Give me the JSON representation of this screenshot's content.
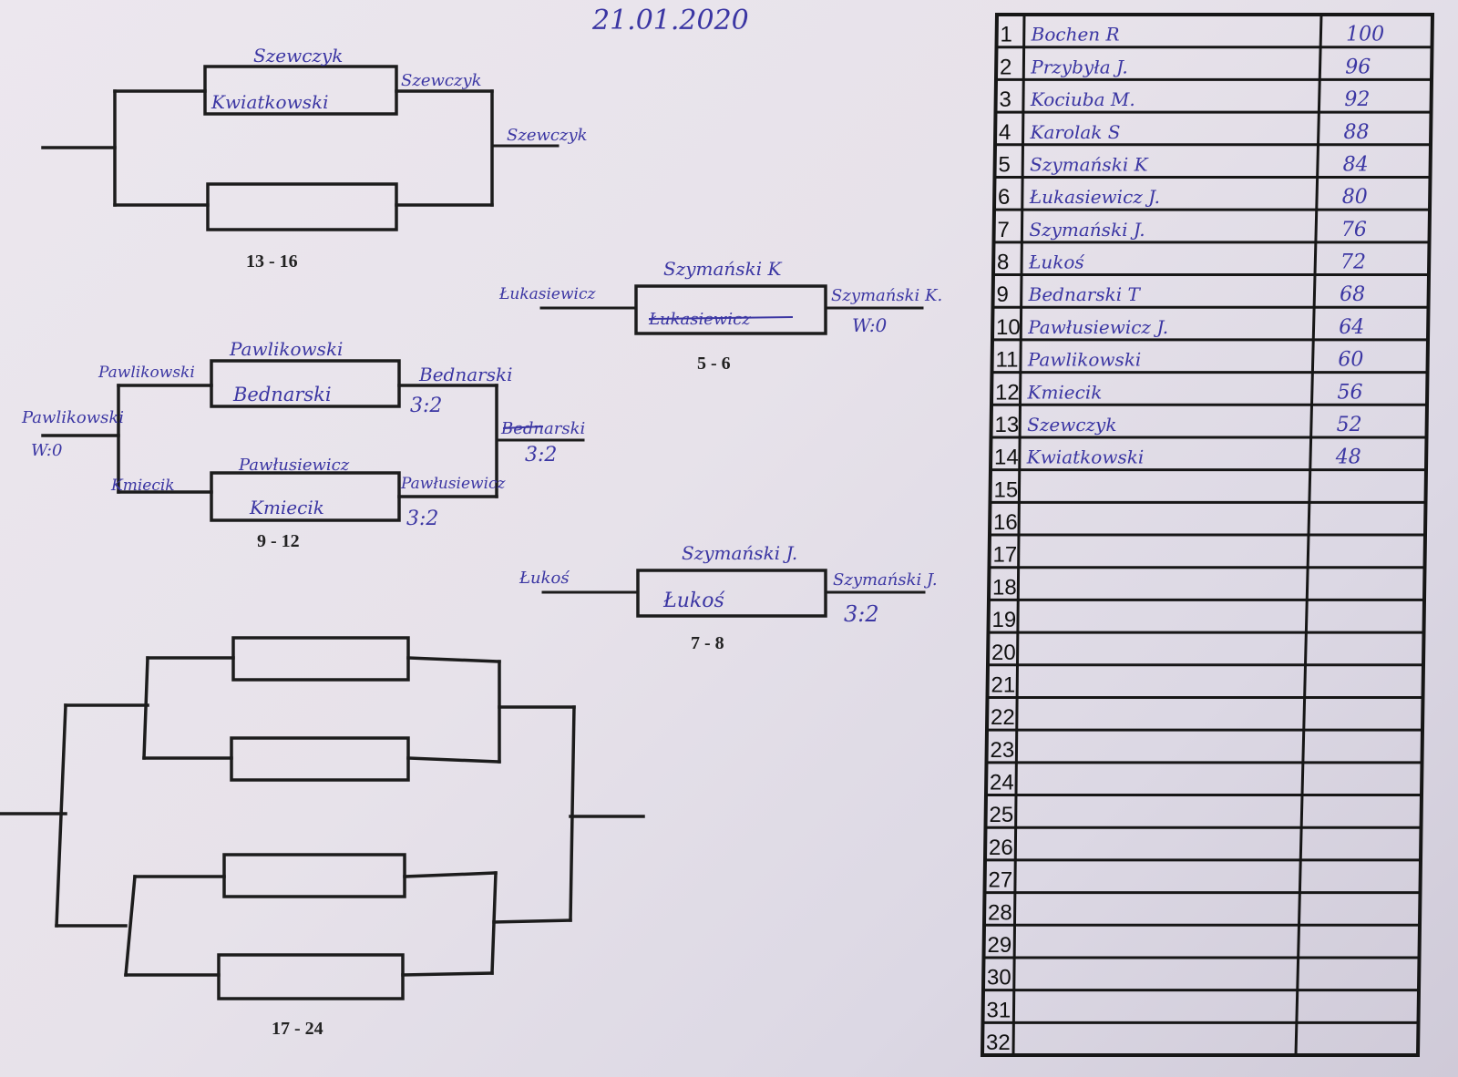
{
  "date": "21.01.2020",
  "brackets": {
    "b13_16": {
      "label": "13 - 16",
      "top_upper": "Szewczyk",
      "top_lower": "Kwiatkowski",
      "top_winner": "Szewczyk",
      "final_winner": "Szewczyk"
    },
    "b5_6": {
      "label": "5 - 6",
      "left": "Łukasiewicz",
      "upper": "Szymański K",
      "lower": "Łukasiewicz",
      "winner": "Szymański K.",
      "score": "W:0"
    },
    "b9_12": {
      "label": "9 - 12",
      "top_upper": "Pawlikowski",
      "top_lower": "Bednarski",
      "top_left_note": "Pawlikowski",
      "top_winner": "Bednarski",
      "top_score": "3:2",
      "final_winner": "Bednarski",
      "final_score": "3:2",
      "left_note": "Pawlikowski",
      "left_score": "W:0",
      "bottom_upper": "Pawłusiewicz",
      "bottom_lower": "Kmiecik",
      "bottom_left_note": "Kmiecik",
      "bottom_winner": "Pawłusiewicz",
      "bottom_score": "3:2"
    },
    "b7_8": {
      "label": "7 - 8",
      "left": "Łukoś",
      "upper": "Szymański J.",
      "lower": "Łukoś",
      "winner": "Szymański J.",
      "score": "3:2"
    },
    "b17_24": {
      "label": "17 - 24"
    }
  },
  "ranking": [
    {
      "place": "1",
      "name": "Bochen R",
      "points": "100"
    },
    {
      "place": "2",
      "name": "Przybyła J.",
      "points": "96"
    },
    {
      "place": "3",
      "name": "Kociuba M.",
      "points": "92"
    },
    {
      "place": "4",
      "name": "Karolak S",
      "points": "88"
    },
    {
      "place": "5",
      "name": "Szymański K",
      "points": "84"
    },
    {
      "place": "6",
      "name": "Łukasiewicz J.",
      "points": "80"
    },
    {
      "place": "7",
      "name": "Szymański J.",
      "points": "76"
    },
    {
      "place": "8",
      "name": "Łukoś",
      "points": "72"
    },
    {
      "place": "9",
      "name": "Bednarski T",
      "points": "68"
    },
    {
      "place": "10",
      "name": "Pawłusiewicz J.",
      "points": "64"
    },
    {
      "place": "11",
      "name": "Pawlikowski",
      "points": "60"
    },
    {
      "place": "12",
      "name": "Kmiecik",
      "points": "56"
    },
    {
      "place": "13",
      "name": "Szewczyk",
      "points": "52"
    },
    {
      "place": "14",
      "name": "Kwiatkowski",
      "points": "48"
    },
    {
      "place": "15",
      "name": "",
      "points": ""
    },
    {
      "place": "16",
      "name": "",
      "points": ""
    },
    {
      "place": "17",
      "name": "",
      "points": ""
    },
    {
      "place": "18",
      "name": "",
      "points": ""
    },
    {
      "place": "19",
      "name": "",
      "points": ""
    },
    {
      "place": "20",
      "name": "",
      "points": ""
    },
    {
      "place": "21",
      "name": "",
      "points": ""
    },
    {
      "place": "22",
      "name": "",
      "points": ""
    },
    {
      "place": "23",
      "name": "",
      "points": ""
    },
    {
      "place": "24",
      "name": "",
      "points": ""
    },
    {
      "place": "25",
      "name": "",
      "points": ""
    },
    {
      "place": "26",
      "name": "",
      "points": ""
    },
    {
      "place": "27",
      "name": "",
      "points": ""
    },
    {
      "place": "28",
      "name": "",
      "points": ""
    },
    {
      "place": "29",
      "name": "",
      "points": ""
    },
    {
      "place": "30",
      "name": "",
      "points": ""
    },
    {
      "place": "31",
      "name": "",
      "points": ""
    },
    {
      "place": "32",
      "name": "",
      "points": ""
    }
  ]
}
